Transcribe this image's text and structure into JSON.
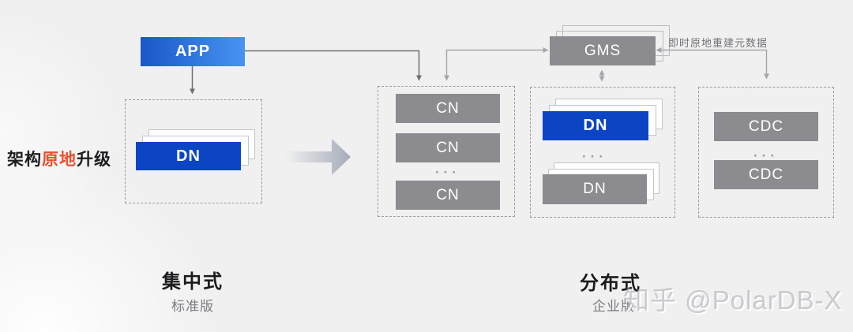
{
  "diagram": {
    "app_label": "APP",
    "gms_label": "GMS",
    "gms_note": "即时原地重建元数据",
    "upgrade_caption": {
      "pre": "架构",
      "highlight": "原地",
      "post": "升级"
    },
    "centralized": {
      "dn_label": "DN",
      "title": "集中式",
      "subtitle": "标准版"
    },
    "distributed": {
      "title": "分布式",
      "subtitle": "企业版"
    },
    "cn_panel": {
      "items": [
        "CN",
        "CN",
        "CN"
      ],
      "ellipsis": "···"
    },
    "dn_panel": {
      "primary_label": "DN",
      "secondary_label": "DN",
      "ellipsis": "···"
    },
    "cdc_panel": {
      "items": [
        "CDC",
        "CDC"
      ],
      "ellipsis": "···"
    },
    "watermark": "知乎 @PolarDB-X"
  },
  "colors": {
    "background": "#f0f0f1",
    "blue_solid": "#0c45c4",
    "app_gradient_start": "#1a57c9",
    "app_gradient_end": "#4794f1",
    "gray_box": "#8c8c90",
    "highlight_text": "#e8512d",
    "dark_line": "#6f6f73",
    "light_line": "#a6a6aa",
    "dashed_border": "#9b9b9f"
  }
}
